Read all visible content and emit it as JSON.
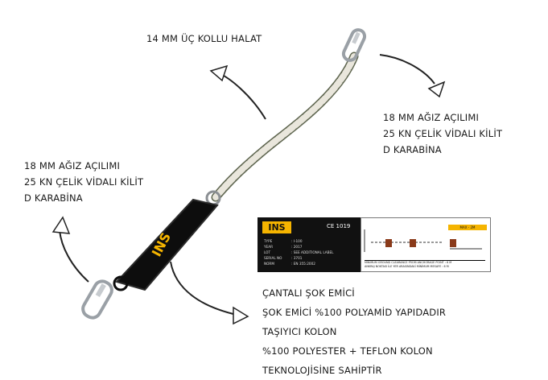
{
  "captions": {
    "top_rope": "14 MM ÜÇ KOLLU HALAT",
    "right_carabiner": [
      "18 MM AĞIZ AÇILIMI",
      "25 KN ÇELİK VİDALI KİLİT",
      "D KARABİNA"
    ],
    "left_carabiner": [
      "18 MM AĞIZ AÇILIMI",
      "25 KN ÇELİK VİDALI KİLİT",
      "D KARABİNA"
    ],
    "absorber": [
      "ÇANTALI ŞOK EMİCİ",
      "ŞOK EMİCİ %100 POLYAMİD YAPIDADIR",
      "TAŞIYICI KOLON",
      "%100 POLYESTER + TEFLON KOLON",
      "TEKNOLOJİSİNE SAHİPTİR"
    ]
  },
  "product_label": {
    "logo": "INS",
    "ce_mark": "CE 1019",
    "rows": [
      {
        "key": "TYPE",
        "value": ": I-100"
      },
      {
        "key": "YEAR",
        "value": ": 2017"
      },
      {
        "key": "LOT",
        "value": ": SEE ADDITIONAL LABEL"
      },
      {
        "key": "SERIAL NO",
        "value": ": 3701"
      },
      {
        "key": "NORM",
        "value": ": EN 355:2002"
      }
    ],
    "max_text": "MAX - 2M",
    "footer": [
      "MINIMUM GROUND CLEARANCE FROM ANCHORAGE POINT : 6 M",
      "ANKRAJ NOKTASI İLE YER ARASINDAKİ MİNİMUM MESAFE : 6 M"
    ]
  },
  "absorber_brand": "INS",
  "colors": {
    "rope": "#e9e6dc",
    "rope_dark": "#5f6650",
    "bag": "#0d0d0d",
    "brand": "#f5b400",
    "steel": "#b8bcc0"
  }
}
